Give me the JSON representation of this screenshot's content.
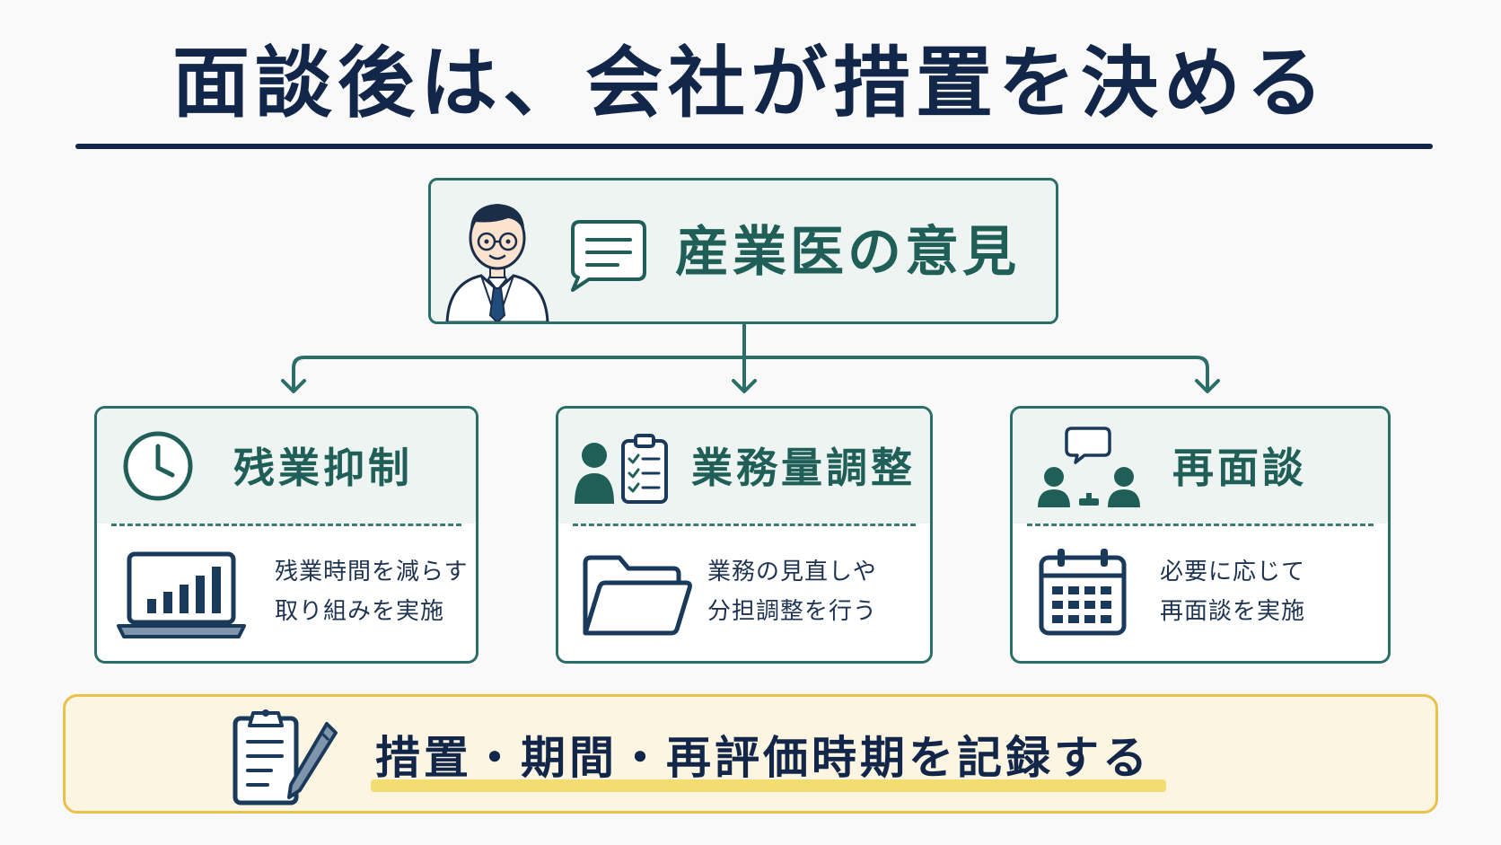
{
  "title": "面談後は、会社が措置を決める",
  "top": {
    "label": "産業医の意見",
    "icons": [
      "doctor-icon",
      "speech-bubble-icon"
    ]
  },
  "cards": [
    {
      "title": "残業抑制",
      "desc_line1": "残業時間を減らす",
      "desc_line2": "取り組みを実施",
      "head_icon": "clock-icon",
      "body_icon": "laptop-chart-icon"
    },
    {
      "title": "業務量調整",
      "desc_line1": "業務の見直しや",
      "desc_line2": "分担調整を行う",
      "head_icon": "person-checklist-icon",
      "body_icon": "folder-icon"
    },
    {
      "title": "再面談",
      "desc_line1": "必要に応じて",
      "desc_line2": "再面談を実施",
      "head_icon": "meeting-icon",
      "body_icon": "calendar-icon"
    }
  ],
  "bottom": {
    "label": "措置・期間・再評価時期を記録する",
    "icon": "clipboard-pen-icon"
  },
  "colors": {
    "navy": "#12264a",
    "teal": "#2a6e67",
    "teal_light": "#edf4f1",
    "yellow_border": "#e8c24d",
    "yellow_fill": "#fcf5e1",
    "highlight": "#f3dc72"
  }
}
